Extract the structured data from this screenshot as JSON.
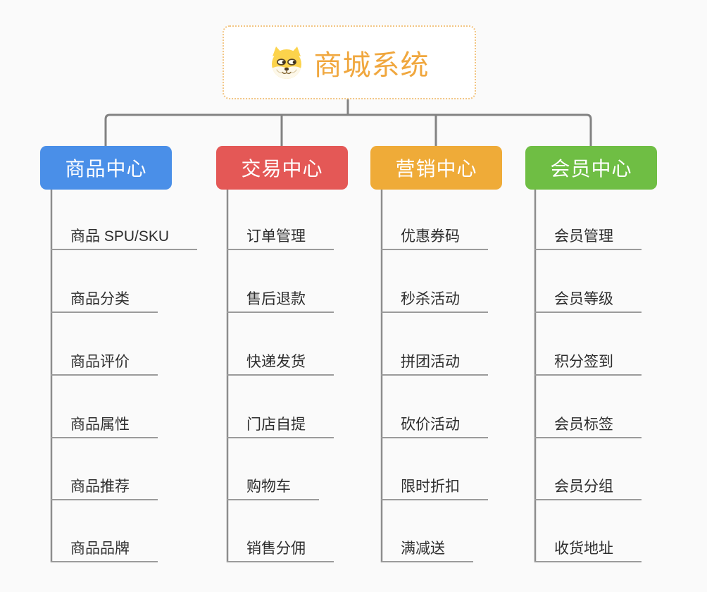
{
  "root": {
    "label": "商城系统",
    "icon": "dog-face-icon",
    "text_color": "#f0a73e",
    "border_color": "#f2c583"
  },
  "connector_color": "#828282",
  "underline_color": "#9b9b9b",
  "branches": [
    {
      "label": "商品中心",
      "color": "#4a8fe8",
      "items": [
        "商品 SPU/SKU",
        "商品分类",
        "商品评价",
        "商品属性",
        "商品推荐",
        "商品品牌"
      ]
    },
    {
      "label": "交易中心",
      "color": "#e45856",
      "items": [
        "订单管理",
        "售后退款",
        "快递发货",
        "门店自提",
        "购物车",
        "销售分佣"
      ]
    },
    {
      "label": "营销中心",
      "color": "#efab38",
      "items": [
        "优惠券码",
        "秒杀活动",
        "拼团活动",
        "砍价活动",
        "限时折扣",
        "满减送"
      ]
    },
    {
      "label": "会员中心",
      "color": "#6fbe44",
      "items": [
        "会员管理",
        "会员等级",
        "积分签到",
        "会员标签",
        "会员分组",
        "收货地址"
      ]
    }
  ]
}
